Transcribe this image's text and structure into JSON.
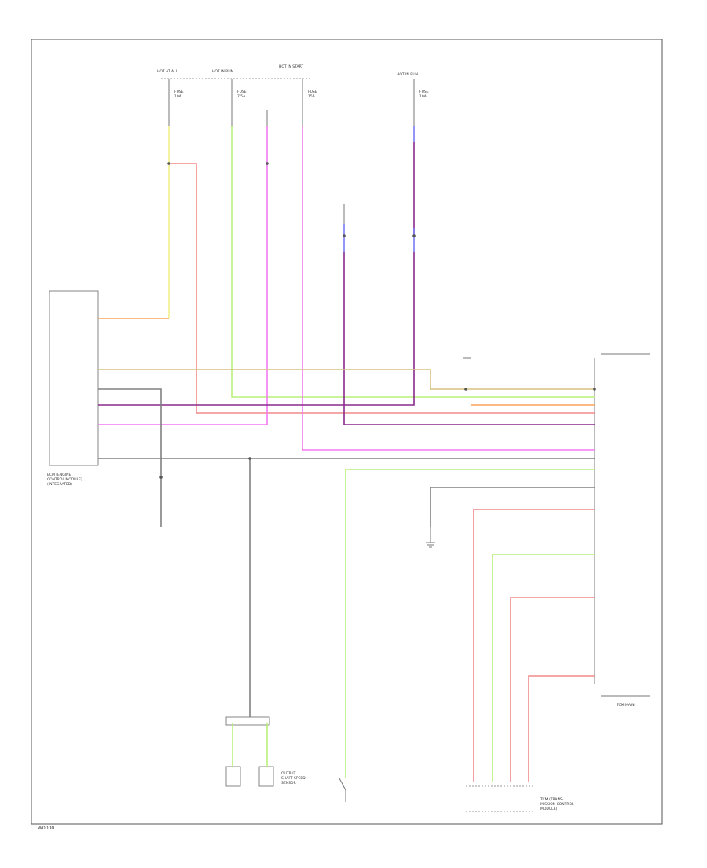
{
  "colors": {
    "yellow": "#f2f08a",
    "orange": "#f7a35a",
    "red": "#f28a8a",
    "green": "#b8f07a",
    "pink": "#f27af2",
    "purple": "#8a2a8a",
    "blue": "#7a7af5",
    "tan": "#d8c080",
    "gray": "#808080"
  },
  "labels": {
    "footer_code": "W0000",
    "connector_name": "TCM MAIN",
    "comp_left": [
      "ECM (ENGINE",
      "CONTROL MODULE)",
      "(INTEGRATED)"
    ],
    "comp_bottom_center": [
      "OUTPUT",
      "SHAFT SPEED",
      "SENSOR"
    ],
    "comp_bottom_right": [
      "TCM (TRANS-",
      "MISSION CONTROL",
      "MODULE)"
    ]
  }
}
